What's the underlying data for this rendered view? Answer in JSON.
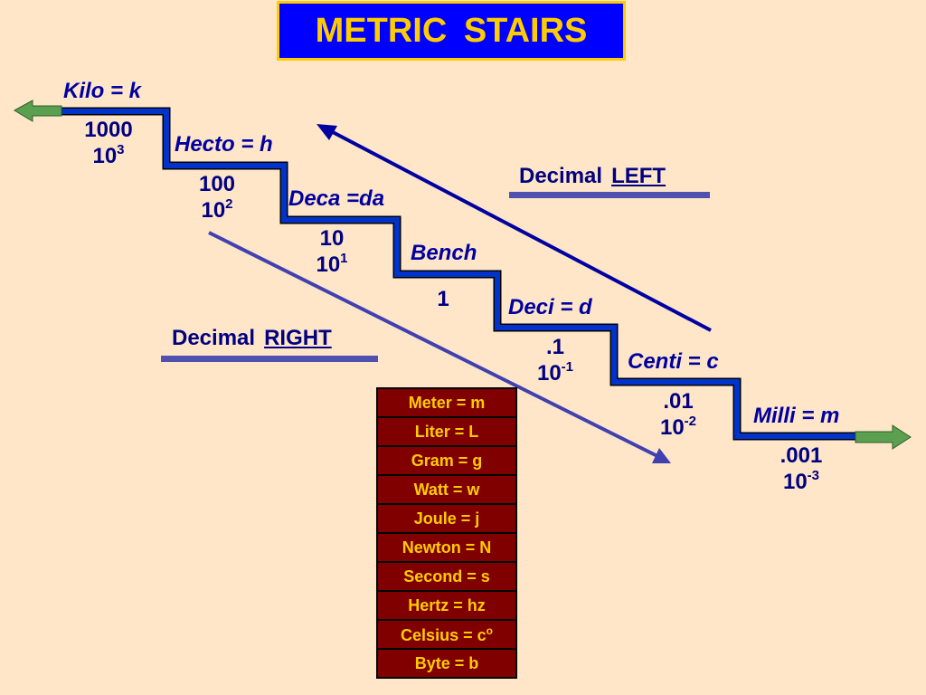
{
  "title": "METRIC  STAIRS",
  "steps": [
    {
      "label": "Kilo = k",
      "value": "1000",
      "power_base": "10",
      "exponent": "3"
    },
    {
      "label": "Hecto = h",
      "value": "100",
      "power_base": "10",
      "exponent": "2"
    },
    {
      "label": "Deca =da",
      "value": "10",
      "power_base": "10",
      "exponent": "1"
    },
    {
      "label": "Bench",
      "value": "1"
    },
    {
      "label": "Deci = d",
      "value": ".1",
      "power_base": "10",
      "exponent": "-1"
    },
    {
      "label": "Centi = c",
      "value": ".01",
      "power_base": "10",
      "exponent": "-2"
    },
    {
      "label": "Milli = m",
      "value": ".001",
      "power_base": "10",
      "exponent": "-3"
    }
  ],
  "decimal_left": {
    "text": "Decimal",
    "direction": "LEFT"
  },
  "decimal_right": {
    "text": "Decimal",
    "direction": "RIGHT"
  },
  "units": [
    {
      "text": "Meter = m"
    },
    {
      "text": "Liter = L"
    },
    {
      "text": "Gram = g"
    },
    {
      "text": "Watt = w"
    },
    {
      "text": "Joule = j"
    },
    {
      "text": "Newton = N"
    },
    {
      "text": "Second = s"
    },
    {
      "text": "Hertz = hz"
    },
    {
      "text": "Celsius = c",
      "sup": "o"
    },
    {
      "text": "Byte = b"
    }
  ],
  "colors": {
    "background": "#ffe6c8",
    "title_fill": "#0000ff",
    "title_text": "#ffcc00",
    "stair": "#0033cc",
    "arrow_left_up": "#0000a0",
    "arrow_right_down": "#4040b0",
    "side_arrows": "#5aa050",
    "table_fill": "#800000",
    "table_text": "#ffcc00"
  },
  "icons": {
    "left_arrow": "green-left-arrow-icon",
    "right_arrow": "green-right-arrow-icon"
  }
}
